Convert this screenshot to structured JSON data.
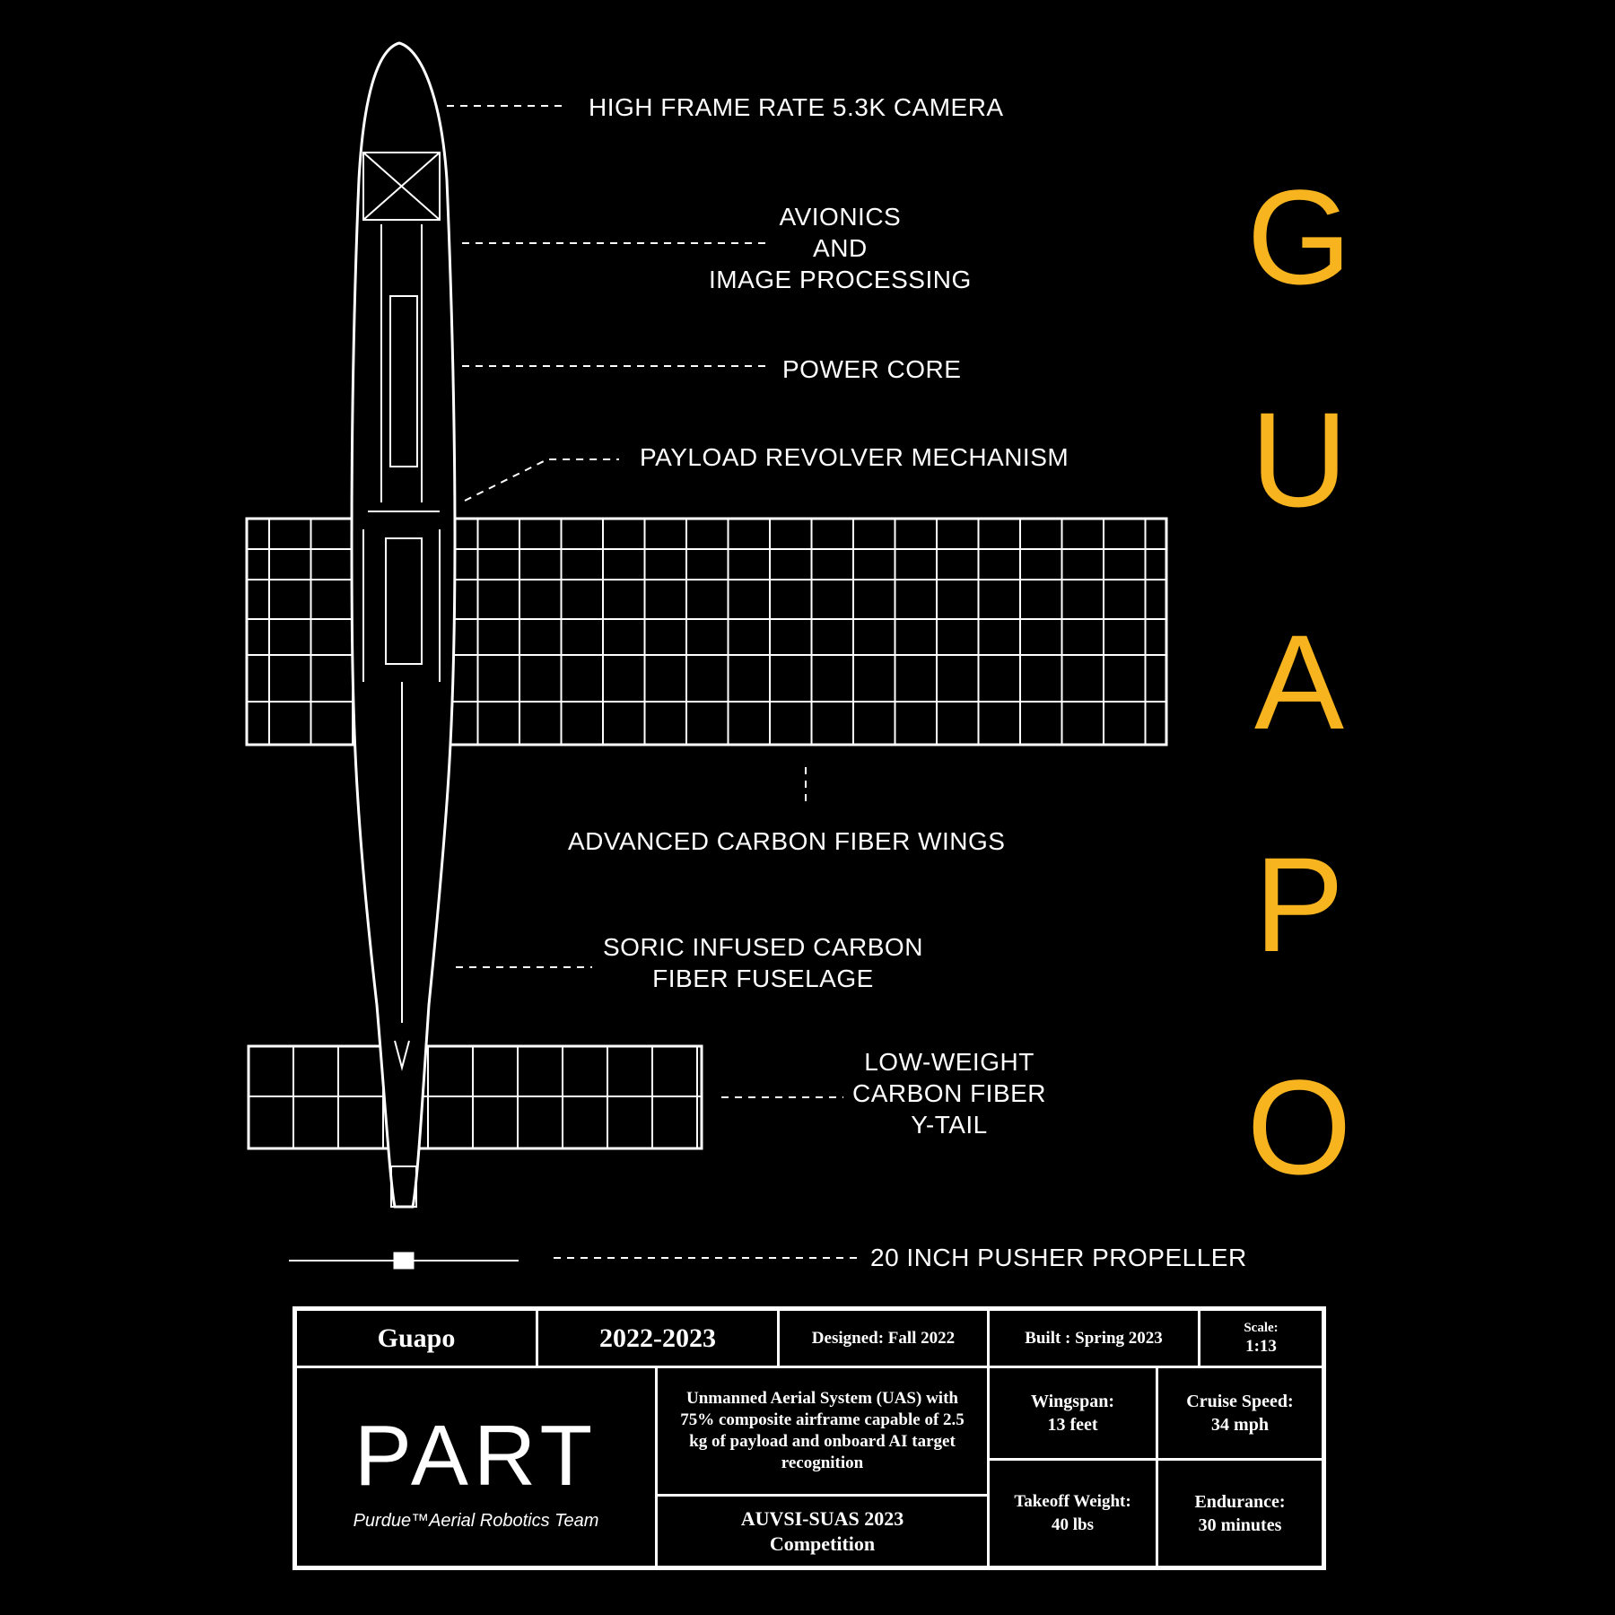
{
  "title": "GUAPO",
  "callouts": {
    "camera": "HIGH FRAME RATE 5.3K CAMERA",
    "avionics": [
      "AVIONICS",
      "AND",
      "IMAGE PROCESSING"
    ],
    "power": "POWER CORE",
    "payload": "PAYLOAD REVOLVER MECHANISM",
    "wings": "ADVANCED CARBON FIBER WINGS",
    "fuselage": [
      "SORIC INFUSED CARBON",
      "FIBER FUSELAGE"
    ],
    "tail": [
      "LOW-WEIGHT",
      "CARBON FIBER",
      "Y-TAIL"
    ],
    "propeller": "20 INCH PUSHER PROPELLER"
  },
  "titleblock": {
    "name": "Guapo",
    "years": "2022-2023",
    "designed": "Designed: Fall 2022",
    "built": "Built : Spring 2023",
    "scale_label": "Scale:",
    "scale_value": "1:13",
    "logo_text": "PART",
    "logo_subtitle": "Purdue™Aerial Robotics Team",
    "description": "Unmanned Aerial System (UAS) with 75% composite airframe capable of 2.5 kg of payload and onboard AI target recognition",
    "competition": [
      "AUVSI-SUAS 2023",
      "Competition"
    ],
    "specs": [
      {
        "label": "Wingspan:",
        "value": "13 feet"
      },
      {
        "label": "Cruise Speed:",
        "value": "34 mph"
      },
      {
        "label": "Takeoff Weight:",
        "value": "40 lbs"
      },
      {
        "label": "Endurance:",
        "value": "30 minutes"
      }
    ]
  },
  "colors": {
    "accent": "#f7b41f",
    "line": "#ffffff",
    "background": "#000000"
  }
}
